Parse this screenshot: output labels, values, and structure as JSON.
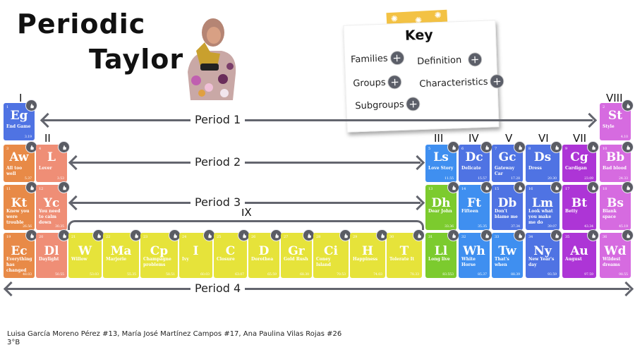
{
  "title": {
    "line1": "Periodic",
    "line2": "Taylor"
  },
  "portrait": {
    "description": "illustration of Taylor Swift holding a Grammy in floral dress"
  },
  "key": {
    "title": "Key",
    "items": [
      {
        "label": "Families",
        "icon": "plus-icon"
      },
      {
        "label": "Definition",
        "icon": "plus-icon"
      },
      {
        "label": "Groups",
        "icon": "plus-icon"
      },
      {
        "label": "Characteristics",
        "icon": "plus-icon"
      },
      {
        "label": "Subgroups",
        "icon": "plus-icon"
      }
    ]
  },
  "groups": [
    "I",
    "II",
    "III",
    "IV",
    "V",
    "VI",
    "VII",
    "VIII",
    "IX"
  ],
  "periods": [
    "Period 1",
    "Period 2",
    "Period 3",
    "Period 4"
  ],
  "colors": {
    "blue_dark": "#4f73e3",
    "blue_light": "#3f8ff0",
    "orange": "#e88a47",
    "salmon": "#ef8e76",
    "yellow": "#e6e33a",
    "green": "#7ccb2e",
    "purple": "#ad35d6",
    "pink": "#d66be0",
    "badge": "#5a5c64",
    "arrow": "#63656e"
  },
  "elements": [
    {
      "num": "1",
      "sym": "Eg",
      "name": "End Game",
      "mass": "3.19"
    },
    {
      "num": "2",
      "sym": "St",
      "name": "Style",
      "mass": "4.10"
    },
    {
      "num": "3",
      "sym": "Aw",
      "name": "All too well",
      "mass": "5.37"
    },
    {
      "num": "4",
      "sym": "L",
      "name": "Lover",
      "mass": "3.53"
    },
    {
      "num": "5",
      "sym": "Ls",
      "name": "Love Story",
      "mass": "11.55"
    },
    {
      "num": "6",
      "sym": "Dc",
      "name": "Delicate",
      "mass": "15.57"
    },
    {
      "num": "7",
      "sym": "Gc",
      "name": "Gateway Car",
      "mass": "17.28"
    },
    {
      "num": "8",
      "sym": "Ds",
      "name": "Dress",
      "mass": "20.30"
    },
    {
      "num": "9",
      "sym": "Cg",
      "name": "Cardigan",
      "mass": "23.09"
    },
    {
      "num": "10",
      "sym": "Bb",
      "name": "Bad blood",
      "mass": "24.33"
    },
    {
      "num": "11",
      "sym": "Kt",
      "name": "Knew you were trouble",
      "mass": "26.56"
    },
    {
      "num": "12",
      "sym": "Yc",
      "name": "You need to calm down",
      "mass": "30.35"
    },
    {
      "num": "13",
      "sym": "Dh",
      "name": "Dear John",
      "mass": "33.36"
    },
    {
      "num": "14",
      "sym": "Ft",
      "name": "Fifteen",
      "mass": "35.35"
    },
    {
      "num": "15",
      "sym": "Db",
      "name": "Don't blame me",
      "mass": "37.34"
    },
    {
      "num": "16",
      "sym": "Lm",
      "name": "Look what you make me do",
      "mass": "39.07"
    },
    {
      "num": "17",
      "sym": "Bt",
      "name": "Betty",
      "mass": "43.34"
    },
    {
      "num": "18",
      "sym": "Bs",
      "name": "Blank space",
      "mass": "45.19"
    },
    {
      "num": "19",
      "sym": "Ec",
      "name": "Everything has changed",
      "mass": "48.03"
    },
    {
      "num": "20",
      "sym": "Dl",
      "name": "Daylight",
      "mass": "50.55"
    },
    {
      "num": "21",
      "sym": "W",
      "name": "Willow",
      "mass": "53.03"
    },
    {
      "num": "22",
      "sym": "Ma",
      "name": "Marjorie",
      "mass": "55.35"
    },
    {
      "num": "23",
      "sym": "Cp",
      "name": "Champagne problems",
      "mass": "58.51"
    },
    {
      "num": "24",
      "sym": "I",
      "name": "Ivy",
      "mass": "60.03"
    },
    {
      "num": "25",
      "sym": "C",
      "name": "Closure",
      "mass": "63.07"
    },
    {
      "num": "26",
      "sym": "D",
      "name": "Dorothea",
      "mass": "65.59"
    },
    {
      "num": "27",
      "sym": "Gr",
      "name": "Gold Rush",
      "mass": "68.30"
    },
    {
      "num": "28",
      "sym": "Ci",
      "name": "Coney Island",
      "mass": "70.53"
    },
    {
      "num": "29",
      "sym": "H",
      "name": "Happiness",
      "mass": "74.03"
    },
    {
      "num": "30",
      "sym": "T",
      "name": "Tolerate It",
      "mass": "78.33"
    },
    {
      "num": "31",
      "sym": "Ll",
      "name": "Long live",
      "mass": "83.553"
    },
    {
      "num": "32",
      "sym": "Wh",
      "name": "White Horse",
      "mass": "85.37"
    },
    {
      "num": "33",
      "sym": "Tw",
      "name": "That's when",
      "mass": "88.39"
    },
    {
      "num": "34",
      "sym": "Ny",
      "name": "New Year's day",
      "mass": "93.59"
    },
    {
      "num": "35",
      "sym": "Au",
      "name": "August",
      "mass": "97.59"
    },
    {
      "num": "36",
      "sym": "Wd",
      "name": "Wildest dreams",
      "mass": "98.55"
    }
  ],
  "footer": {
    "authors": "Luisa García Moreno Pérez #13, María José Martínez Campos #17, Ana Paulina Vilas Rojas #26",
    "class": "3°B"
  }
}
